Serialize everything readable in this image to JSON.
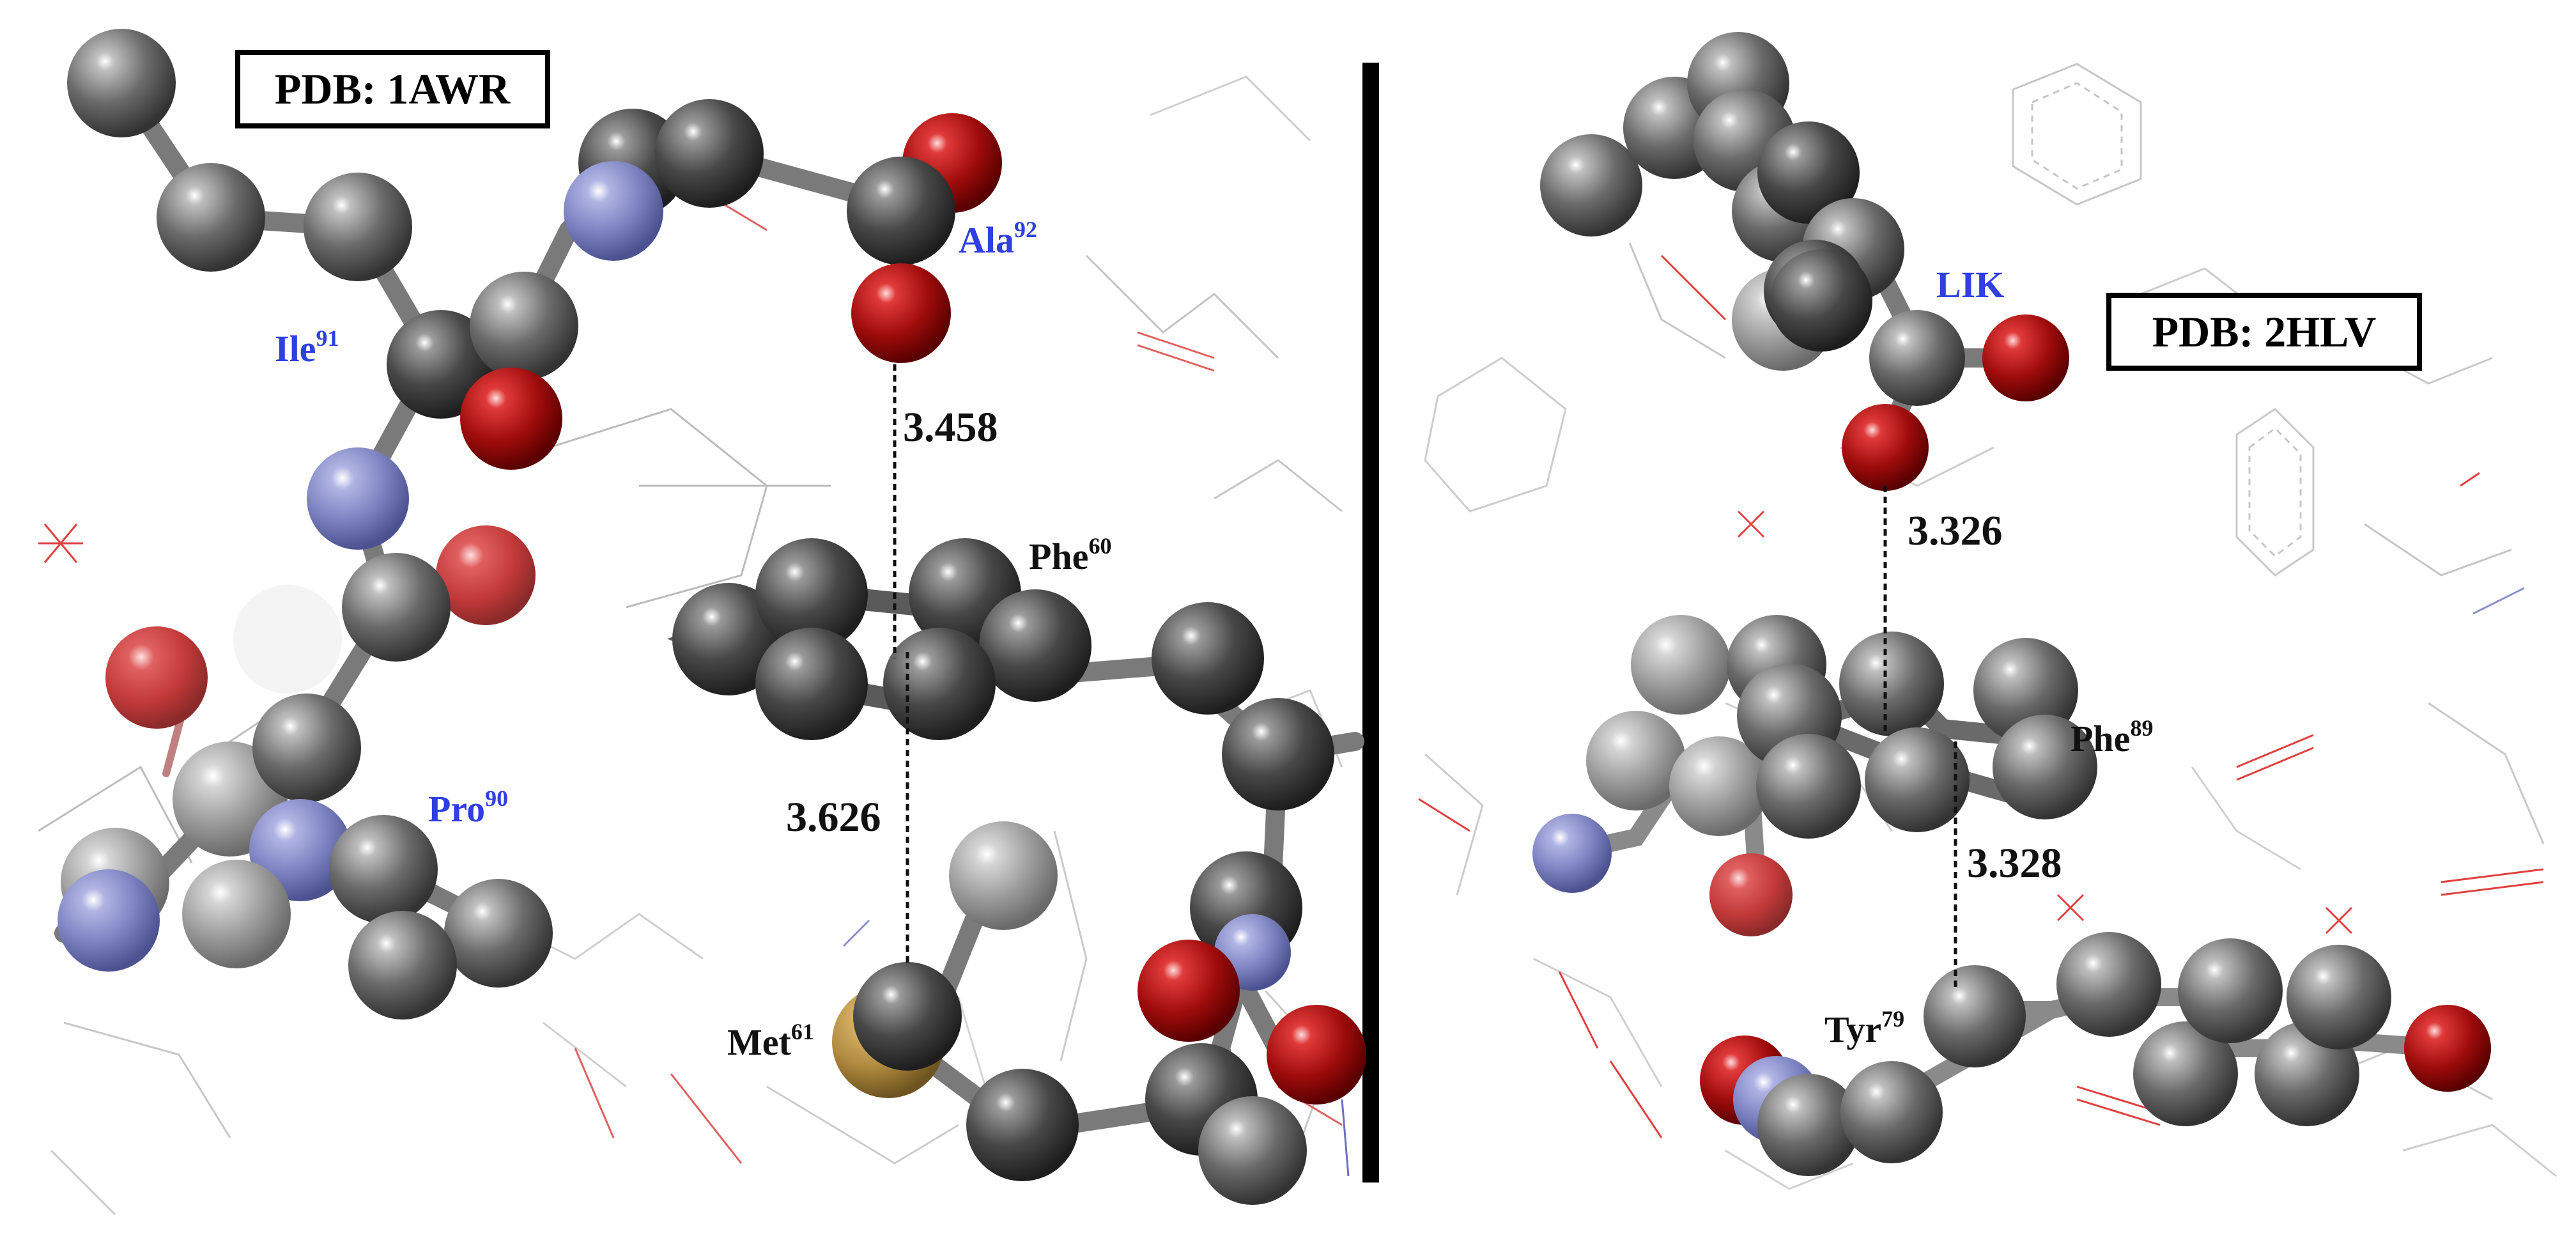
{
  "panels": [
    {
      "pdb_label": "PDB: 1AWR",
      "distances": [
        "3.458",
        "3.626"
      ],
      "residues": [
        {
          "name": "Ile",
          "num": "91",
          "color": "#2f3fe0"
        },
        {
          "name": "Ala",
          "num": "92",
          "color": "#2f3fe0"
        },
        {
          "name": "Pro",
          "num": "90",
          "color": "#2f3fe0"
        },
        {
          "name": "Phe",
          "num": "60",
          "color": "#111111"
        },
        {
          "name": "Met",
          "num": "61",
          "color": "#111111"
        }
      ]
    },
    {
      "pdb_label": "PDB: 2HLV",
      "distances": [
        "3.326",
        "3.328"
      ],
      "residues": [
        {
          "name": "LIK",
          "num": "",
          "color": "#2f3fe0"
        },
        {
          "name": "Phe",
          "num": "89",
          "color": "#111111"
        },
        {
          "name": "Tyr",
          "num": "79",
          "color": "#111111"
        }
      ]
    }
  ],
  "colors": {
    "carbon": "#6e6e6e",
    "oxygen": "#b01010",
    "nitrogen": "#8a90c8",
    "sulfur": "#b8954a",
    "divider": "#000000",
    "blue_label": "#2f3fe0"
  }
}
